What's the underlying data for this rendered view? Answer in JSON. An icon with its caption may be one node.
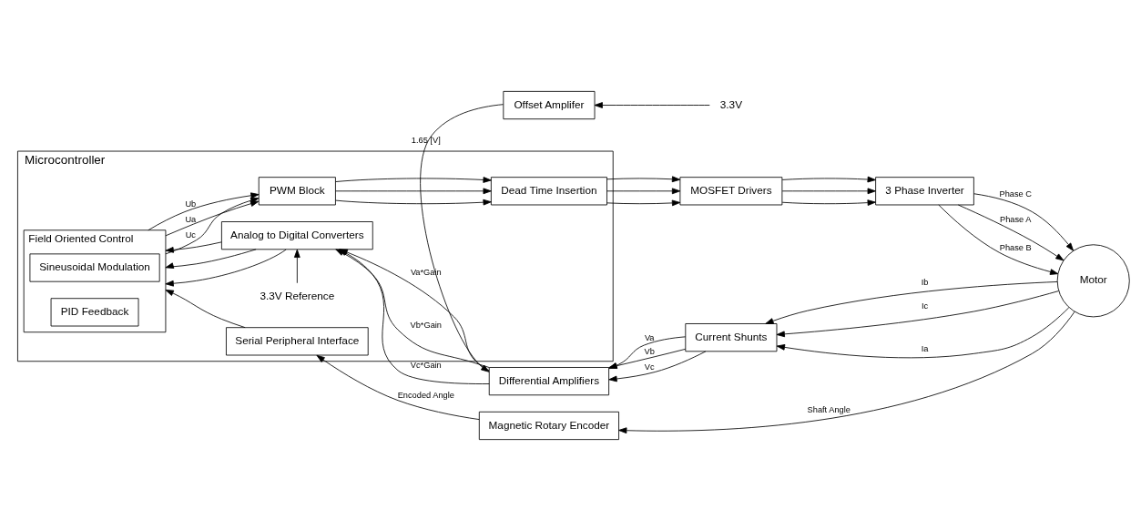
{
  "diagram": {
    "nodes": [
      {
        "text": [
          "Microcontroller"
        ]
      },
      {
        "text": [
          "PWM Block"
        ],
        "in": 0
      },
      {
        "text": [
          "Dead Time Insertion"
        ],
        "in": 0
      },
      {
        "text": [
          "MOSFET Drivers"
        ]
      },
      {
        "text": [
          "3 Phase Inverter"
        ]
      },
      {
        "text": [
          "Motor"
        ]
      },
      {
        "text": [
          "Offset Amplifer"
        ]
      },
      {
        "text": [
          "3.3V"
        ]
      },
      {
        "text": [
          "3.3V Reference"
        ],
        "in": 0
      },
      {
        "text": [
          "Field Oriented Control"
        ],
        "in": 0
      },
      {
        "text": [
          "Sineusoidal Modulation"
        ],
        "in": 9
      },
      {
        "text": [
          "PID Feedback"
        ],
        "in": 9
      },
      {
        "text": [
          "Analog to Digital Converters"
        ],
        "in": 0
      },
      {
        "text": [
          "Differential Amplifiers"
        ]
      },
      {
        "text": [
          "Current Shunts"
        ]
      },
      {
        "text": [
          "Serial Peripheral Interface"
        ],
        "in": 0
      },
      {
        "text": [
          "Magnetic Rotary Encoder"
        ]
      }
    ],
    "edges": [
      {
        "from": 9,
        "to": 1,
        "arrow": "to",
        "label": "Ua"
      },
      {
        "from": 9,
        "to": 1,
        "arrow": "to",
        "label": "Ub"
      },
      {
        "from": 9,
        "to": 1,
        "arrow": "to",
        "label": "Uc"
      },
      {
        "from": 1,
        "to": 2,
        "arrow": "to"
      },
      {
        "from": 1,
        "to": 2,
        "arrow": "to"
      },
      {
        "from": 1,
        "to": 2,
        "arrow": "to"
      },
      {
        "from": 2,
        "to": 3,
        "arrow": "to"
      },
      {
        "from": 2,
        "to": 3,
        "arrow": "to"
      },
      {
        "from": 2,
        "to": 3,
        "arrow": "to"
      },
      {
        "from": 3,
        "to": 4,
        "arrow": "to"
      },
      {
        "from": 3,
        "to": 4,
        "arrow": "to"
      },
      {
        "from": 3,
        "to": 4,
        "arrow": "to"
      },
      {
        "from": 4,
        "to": 5,
        "arrow": "to",
        "label": "Phase A"
      },
      {
        "from": 4,
        "to": 5,
        "arrow": "to",
        "label": "Phase B"
      },
      {
        "from": 4,
        "to": 5,
        "arrow": "to",
        "label": "Phase C"
      },
      {
        "from": 7,
        "to": 6,
        "arrow": "to"
      },
      {
        "from": 6,
        "to": 13,
        "arrow": "to",
        "label": "1.65 [V]"
      },
      {
        "from": 8,
        "to": 12,
        "arrow": "to"
      },
      {
        "from": 5,
        "to": 14,
        "arrow": "to",
        "label": "Ia"
      },
      {
        "from": 5,
        "to": 14,
        "arrow": "to",
        "label": "Ib"
      },
      {
        "from": 5,
        "to": 14,
        "arrow": "to",
        "label": "Ic"
      },
      {
        "from": 14,
        "to": 13,
        "arrow": "to",
        "label": "Va"
      },
      {
        "from": 14,
        "to": 13,
        "arrow": "to",
        "label": "Vb"
      },
      {
        "from": 14,
        "to": 13,
        "arrow": "to",
        "label": "Vc"
      },
      {
        "from": 13,
        "to": 12,
        "arrow": "to",
        "label": "Va*Gain"
      },
      {
        "from": 13,
        "to": 12,
        "arrow": "to",
        "label": "Vb*Gain"
      },
      {
        "from": 13,
        "to": 12,
        "arrow": "to",
        "label": "Vc*Gain"
      },
      {
        "from": 12,
        "to": 9,
        "arrow": "to"
      },
      {
        "from": 12,
        "to": 9,
        "arrow": "to"
      },
      {
        "from": 12,
        "to": 9,
        "arrow": "to"
      },
      {
        "from": 5,
        "to": 16,
        "arrow": "to",
        "label": "Shaft Angle"
      },
      {
        "from": 16,
        "to": 15,
        "arrow": "to",
        "label": "Encoded Angle"
      },
      {
        "from": 15,
        "to": 9,
        "arrow": "to"
      }
    ]
  }
}
